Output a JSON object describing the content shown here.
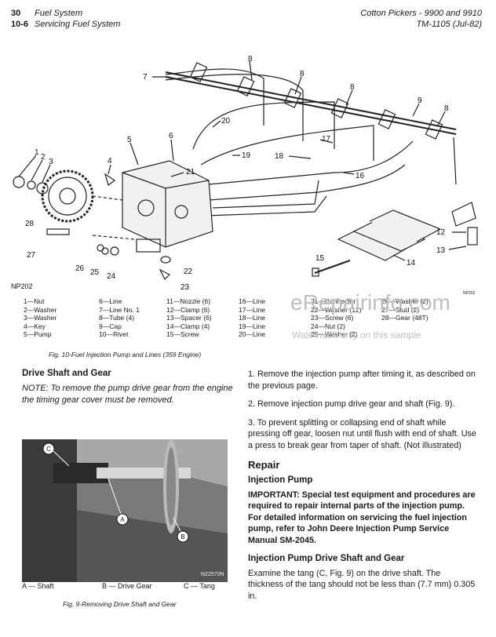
{
  "header": {
    "page_num": "30",
    "section_num": "10-6",
    "left_title_1": "Fuel System",
    "left_title_2": "Servicing Fuel System",
    "right_title_1": "Cotton Pickers - 9900 and 9910",
    "right_title_2": "TM-1105   (Jul-82)"
  },
  "figure10": {
    "callouts": [
      "1",
      "2",
      "3",
      "4",
      "5",
      "6",
      "7",
      "8",
      "8",
      "8",
      "9",
      "8",
      "12",
      "13",
      "14",
      "15",
      "16",
      "17",
      "18",
      "19",
      "20",
      "21",
      "22",
      "23",
      "24",
      "25",
      "26",
      "27",
      "28"
    ],
    "code": "NP202",
    "small_code": "NP202",
    "legend": [
      [
        "1—Nut",
        "2—Washer",
        "3—Washer",
        "4—Key",
        "5—Pump"
      ],
      [
        "6—Line",
        "7—Line No. 1",
        "8—Tube (4)",
        "9—Cap",
        "10—Rivet"
      ],
      [
        "11—Nozzle (6)",
        "12—Clamp (6)",
        "13—Spacer (6)",
        "14—Clamp (4)",
        "15—Screw"
      ],
      [
        "16—Line",
        "17—Line",
        "18—Line",
        "19—Line",
        "20—Line"
      ],
      [
        "21—Connector",
        "22—Washer (12)",
        "23—Screw (6)",
        "24—Nut (2)",
        "25—Washer (2)"
      ],
      [
        "26—Washer (2)",
        "27—Stud (2)",
        "28—Gear (48T)"
      ]
    ],
    "caption": "Fig. 10-Fuel Injection Pump and Lines (359 Engine)"
  },
  "watermark": {
    "site": "eRepairinfo.com",
    "sample": "Watermark only on this sample"
  },
  "left_column": {
    "heading": "Drive Shaft and Gear",
    "note": "NOTE: To remove the pump drive gear from the engine the timing gear cover must be removed."
  },
  "figure9": {
    "code": "N22570N",
    "labels": [
      "A — Shaft",
      "B — Drive Gear",
      "C — Tang"
    ],
    "caption": "Fig. 9-Removing Drive Shaft and Gear"
  },
  "right_column": {
    "step1": "1. Remove the injection pump after timing it, as described on the previous page.",
    "step2": "2. Remove injection pump drive gear and shaft (Fig. 9).",
    "step3": "3. To prevent splitting or collapsing end of shaft while pressing off gear, loosen nut until flush with end of shaft. Use a press to break gear from taper of shaft. (Not illustrated)",
    "repair_heading": "Repair",
    "injection_heading": "Injection Pump",
    "important": "IMPORTANT: Special test equipment and procedures are required to repair internal parts of the injection pump. For detailed information on servicing the fuel injection pump, refer to John Deere Injection Pump Service Manual SM-2045.",
    "shaft_heading": "Injection Pump Drive Shaft and Gear",
    "examine": "Examine the tang (C, Fig. 9) on the drive shaft. The thickness of the tang should not be less than (7.7 mm) 0.305 in."
  },
  "colors": {
    "text": "#1a1a1a",
    "line_art": "#222222",
    "watermark": "#bfbfbf",
    "photo_bg": "#7a7a7a"
  }
}
